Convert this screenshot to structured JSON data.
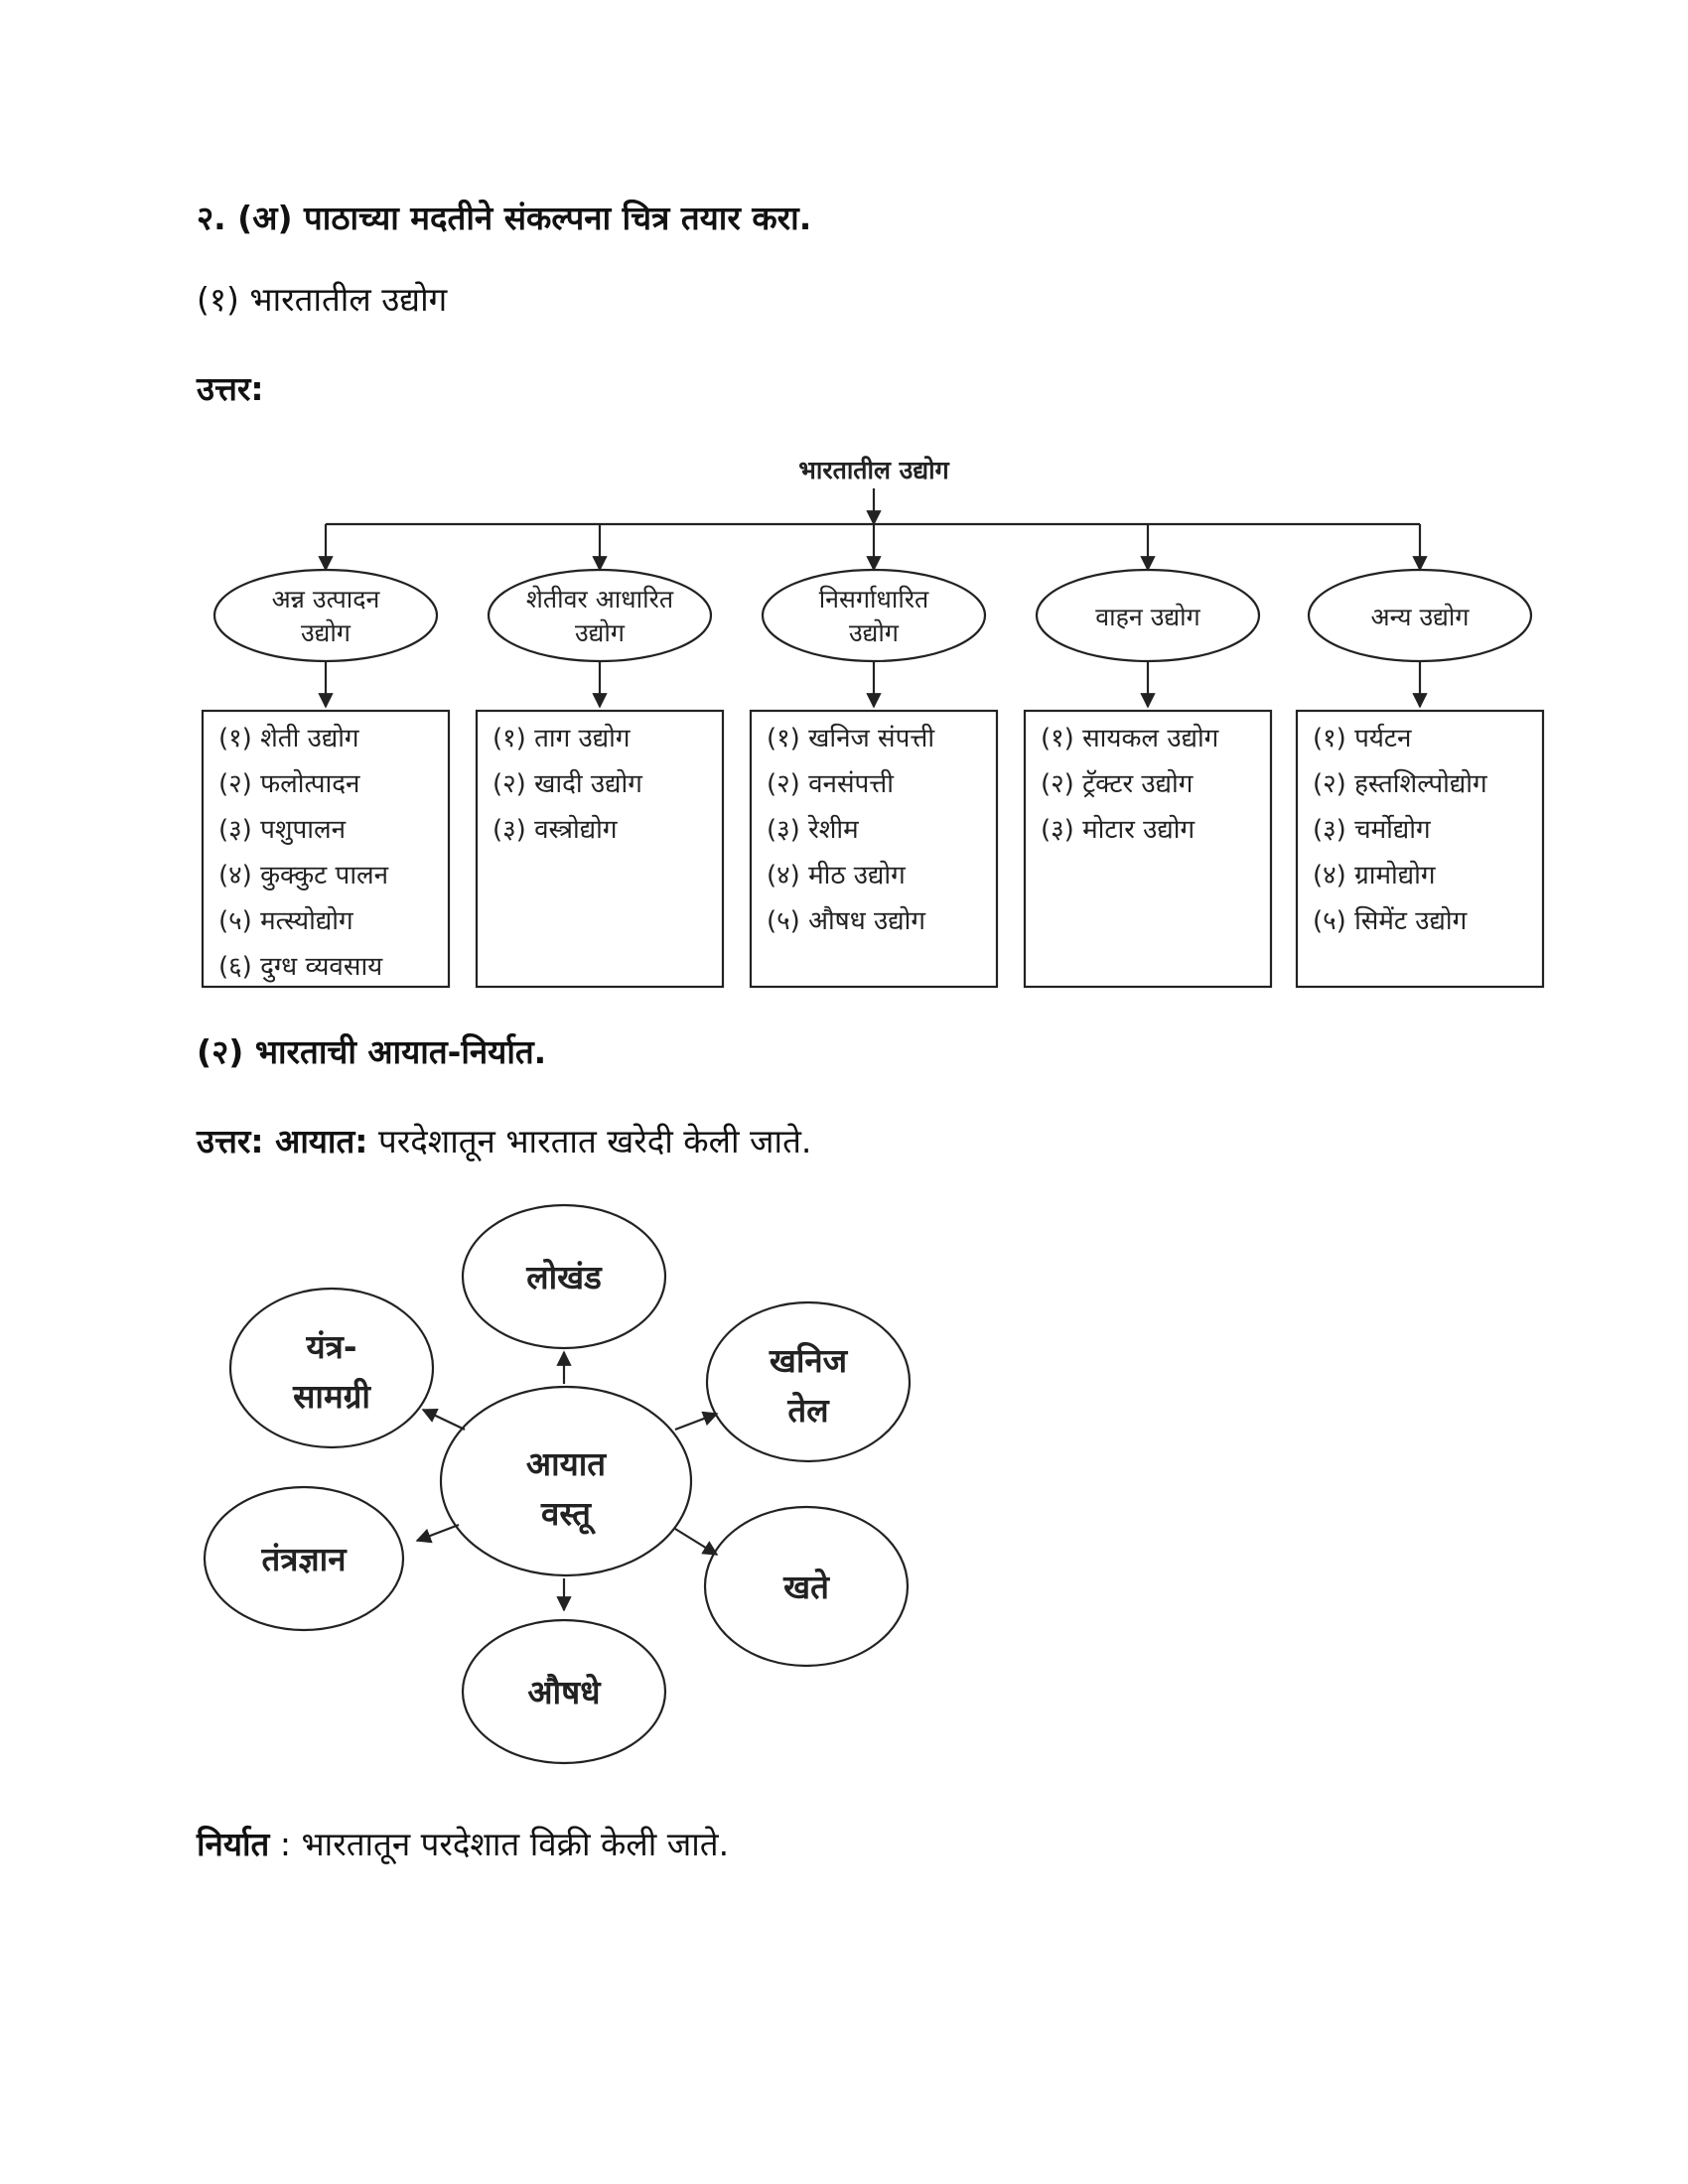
{
  "heading": "२. (अ) पाठाच्या मदतीने संकल्पना चित्र तयार करा.",
  "sub1": "(१) भारतातील उद्योग",
  "answer_label": "उत्तर:",
  "tree": {
    "root": "भारतातील उद्योग",
    "categories": [
      {
        "label": [
          "अन्न उत्पादन",
          "उद्योग"
        ],
        "items": [
          "(१) शेती उद्योग",
          "(२) फलोत्पादन",
          "(३) पशुपालन",
          "(४) कुक्कुट पालन",
          "(५) मत्स्योद्योग",
          "(६) दुग्ध व्यवसाय"
        ]
      },
      {
        "label": [
          "शेतीवर आधारित",
          "उद्योग"
        ],
        "items": [
          "(१) ताग उद्योग",
          "(२) खादी उद्योग",
          "(३) वस्त्रोद्योग"
        ]
      },
      {
        "label": [
          "निसर्गाधारित",
          "उद्योग"
        ],
        "items": [
          "(१) खनिज संपत्ती",
          "(२) वनसंपत्ती",
          "(३) रेशीम",
          "(४) मीठ उद्योग",
          "(५) औषध उद्योग"
        ]
      },
      {
        "label": [
          "वाहन उद्योग"
        ],
        "items": [
          "(१) सायकल उद्योग",
          "(२) ट्रॅक्टर उद्योग",
          "(३) मोटार उद्योग"
        ]
      },
      {
        "label": [
          "अन्य उद्योग"
        ],
        "items": [
          "(१) पर्यटन",
          "(२) हस्तशिल्पोद्योग",
          "(३) चर्मोद्योग",
          "(४) ग्रामोद्योग",
          "(५) सिमेंट उद्योग"
        ]
      }
    ]
  },
  "sub2": "(२) भारताची आयात-निर्यात.",
  "import_line": {
    "label": "उत्तर: आयात:",
    "text": " परदेशातून भारतात खरेदी केली जाते."
  },
  "wheel": {
    "center": [
      "आयात",
      "वस्तू"
    ],
    "spokes": [
      [
        "लोखंड"
      ],
      [
        "खनिज",
        "तेल"
      ],
      [
        "खते"
      ],
      [
        "औषधे"
      ],
      [
        "तंत्रज्ञान"
      ],
      [
        "यंत्र-",
        "सामग्री"
      ]
    ]
  },
  "export_line": {
    "label": "निर्यात",
    "text": " : भारतातून परदेशात विक्री केली जाते."
  }
}
